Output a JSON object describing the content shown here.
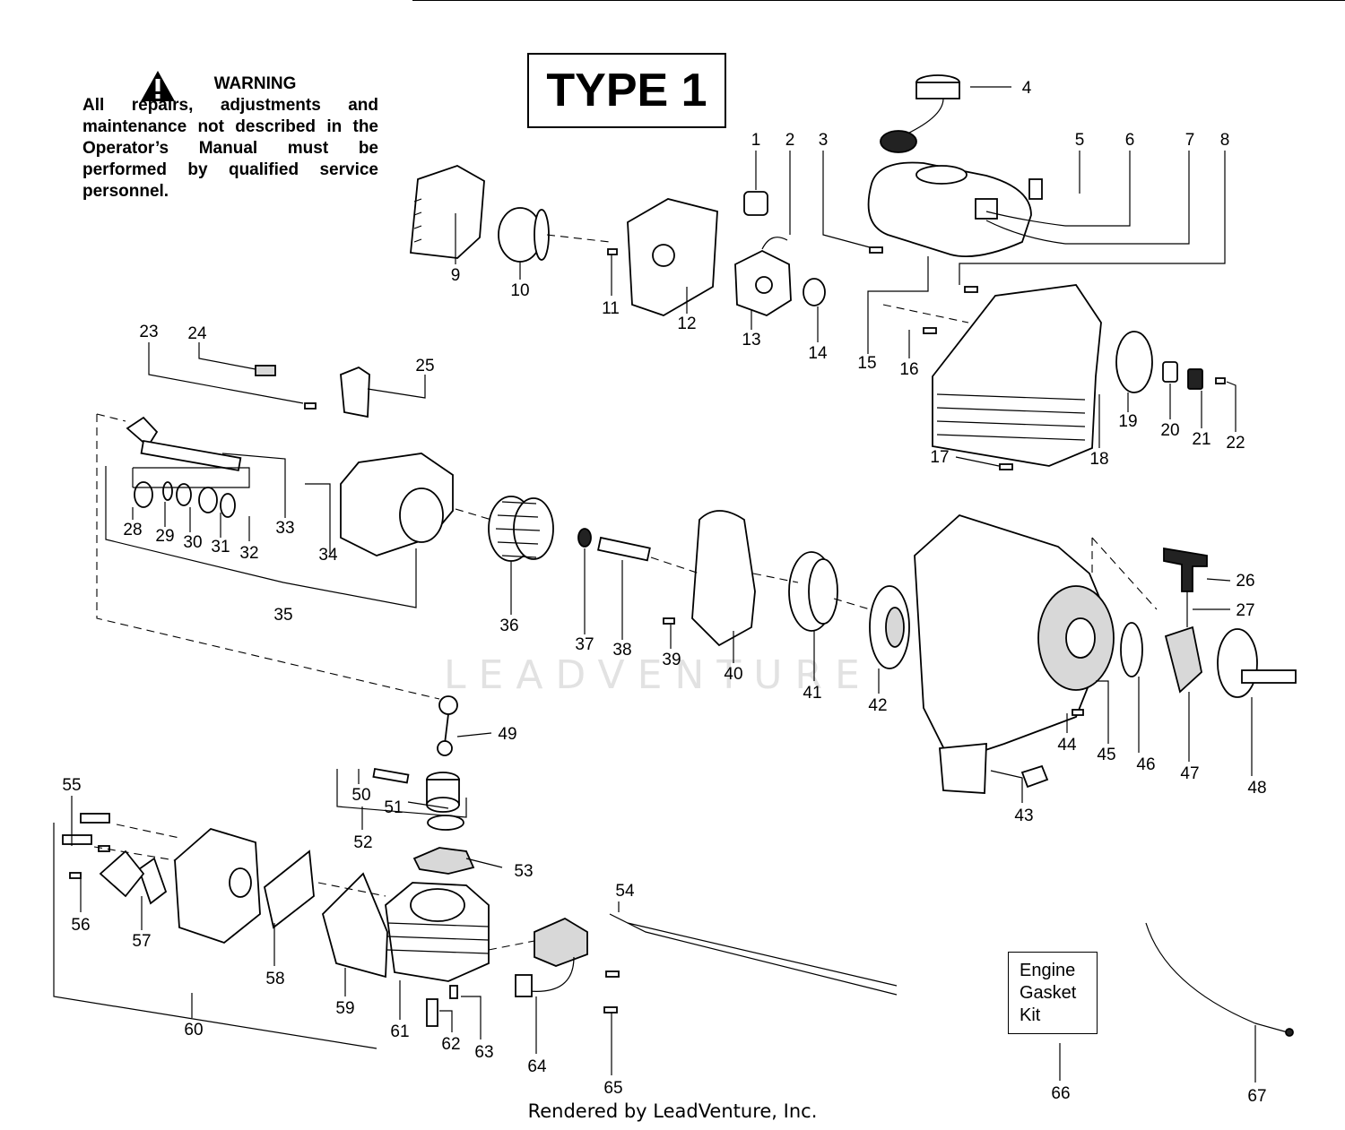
{
  "warning": {
    "heading": "WARNING",
    "text": "All repairs, adjustments and maintenance not described in the Operator’s Manual must be performed by qualified service personnel.",
    "icon": "warning-triangle-icon"
  },
  "type_label": "TYPE 1",
  "kit_label": [
    "Engine",
    "Gasket",
    "Kit"
  ],
  "credit": "Rendered by LeadVenture, Inc.",
  "watermark": "LEADVENTURE",
  "callouts": [
    "1",
    "2",
    "3",
    "4",
    "5",
    "6",
    "7",
    "8",
    "9",
    "10",
    "11",
    "12",
    "13",
    "14",
    "15",
    "16",
    "17",
    "18",
    "19",
    "20",
    "21",
    "22",
    "23",
    "24",
    "25",
    "26",
    "27",
    "28",
    "29",
    "30",
    "31",
    "32",
    "33",
    "34",
    "35",
    "36",
    "37",
    "38",
    "39",
    "40",
    "41",
    "42",
    "43",
    "44",
    "45",
    "46",
    "47",
    "48",
    "49",
    "50",
    "51",
    "52",
    "53",
    "54",
    "55",
    "56",
    "57",
    "58",
    "59",
    "60",
    "61",
    "62",
    "63",
    "64",
    "65",
    "66",
    "67"
  ]
}
